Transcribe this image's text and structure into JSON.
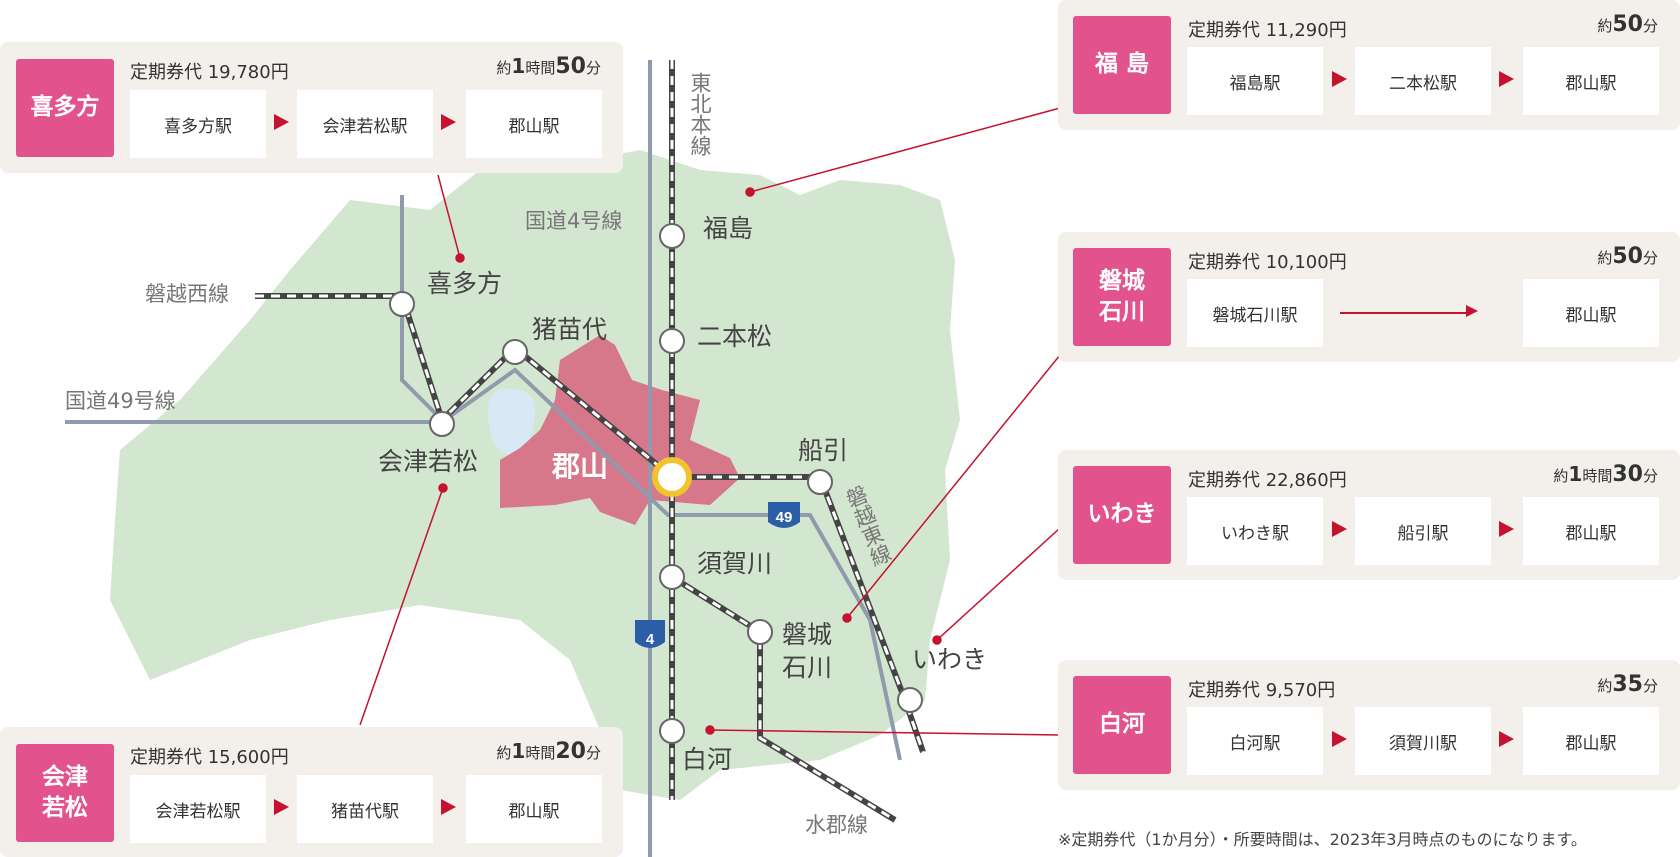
{
  "map": {
    "rail_lines": {
      "tohoku": "東北本線",
      "banetsu_west": "磐越西線",
      "banetsu_east": "磐越東線",
      "suigun": "水郡線"
    },
    "roads": {
      "route4": "国道4号線",
      "route49": "国道49号線",
      "shield4": "4",
      "shield49": "49"
    },
    "stations": {
      "koriyama": "郡山",
      "fukushima": "福島",
      "nihonmatsu": "二本松",
      "kitakata": "喜多方",
      "inawashiro": "猪苗代",
      "aizuwakamatsu": "会津若松",
      "funehiki": "船引",
      "sukagawa": "須賀川",
      "ishikawa": "磐城\n石川",
      "iwaki": "いわき",
      "shirakawa": "白河"
    },
    "colors": {
      "land": "#d3e6cf",
      "koriyama_area": "#d7788a",
      "lake": "#d8e9f5",
      "road": "#8f9aad",
      "rail": "#444444",
      "leader": "#c4122f",
      "hub": "#f2c230",
      "badge": "#e2538d",
      "shield": "#2c5ea8"
    }
  },
  "cards": {
    "kitakata": {
      "badge": "喜多方",
      "fare": "定期券代 19,780円",
      "time_prefix": "約",
      "time_hours": "1",
      "time_hours_unit": "時間",
      "time_minutes": "50",
      "time_minutes_unit": "分",
      "stations": [
        "喜多方駅",
        "会津若松駅",
        "郡山駅"
      ]
    },
    "aizu": {
      "badge": "会津\n若松",
      "fare": "定期券代 15,600円",
      "time_prefix": "約",
      "time_hours": "1",
      "time_hours_unit": "時間",
      "time_minutes": "20",
      "time_minutes_unit": "分",
      "stations": [
        "会津若松駅",
        "猪苗代駅",
        "郡山駅"
      ]
    },
    "fukushima": {
      "badge": "福 島",
      "fare": "定期券代 11,290円",
      "time_prefix": "約",
      "time_minutes": "50",
      "time_minutes_unit": "分",
      "stations": [
        "福島駅",
        "二本松駅",
        "郡山駅"
      ]
    },
    "ishikawa": {
      "badge": "磐城\n石川",
      "fare": "定期券代 10,100円",
      "time_prefix": "約",
      "time_minutes": "50",
      "time_minutes_unit": "分",
      "stations": [
        "磐城石川駅",
        "郡山駅"
      ]
    },
    "iwaki": {
      "badge": "いわき",
      "fare": "定期券代 22,860円",
      "time_prefix": "約",
      "time_hours": "1",
      "time_hours_unit": "時間",
      "time_minutes": "30",
      "time_minutes_unit": "分",
      "stations": [
        "いわき駅",
        "船引駅",
        "郡山駅"
      ]
    },
    "shirakawa": {
      "badge": "白河",
      "fare": "定期券代 9,570円",
      "time_prefix": "約",
      "time_minutes": "35",
      "time_minutes_unit": "分",
      "stations": [
        "白河駅",
        "須賀川駅",
        "郡山駅"
      ]
    }
  },
  "note": "※定期券代（1か月分）・所要時間は、2023年3月時点のものになります。"
}
